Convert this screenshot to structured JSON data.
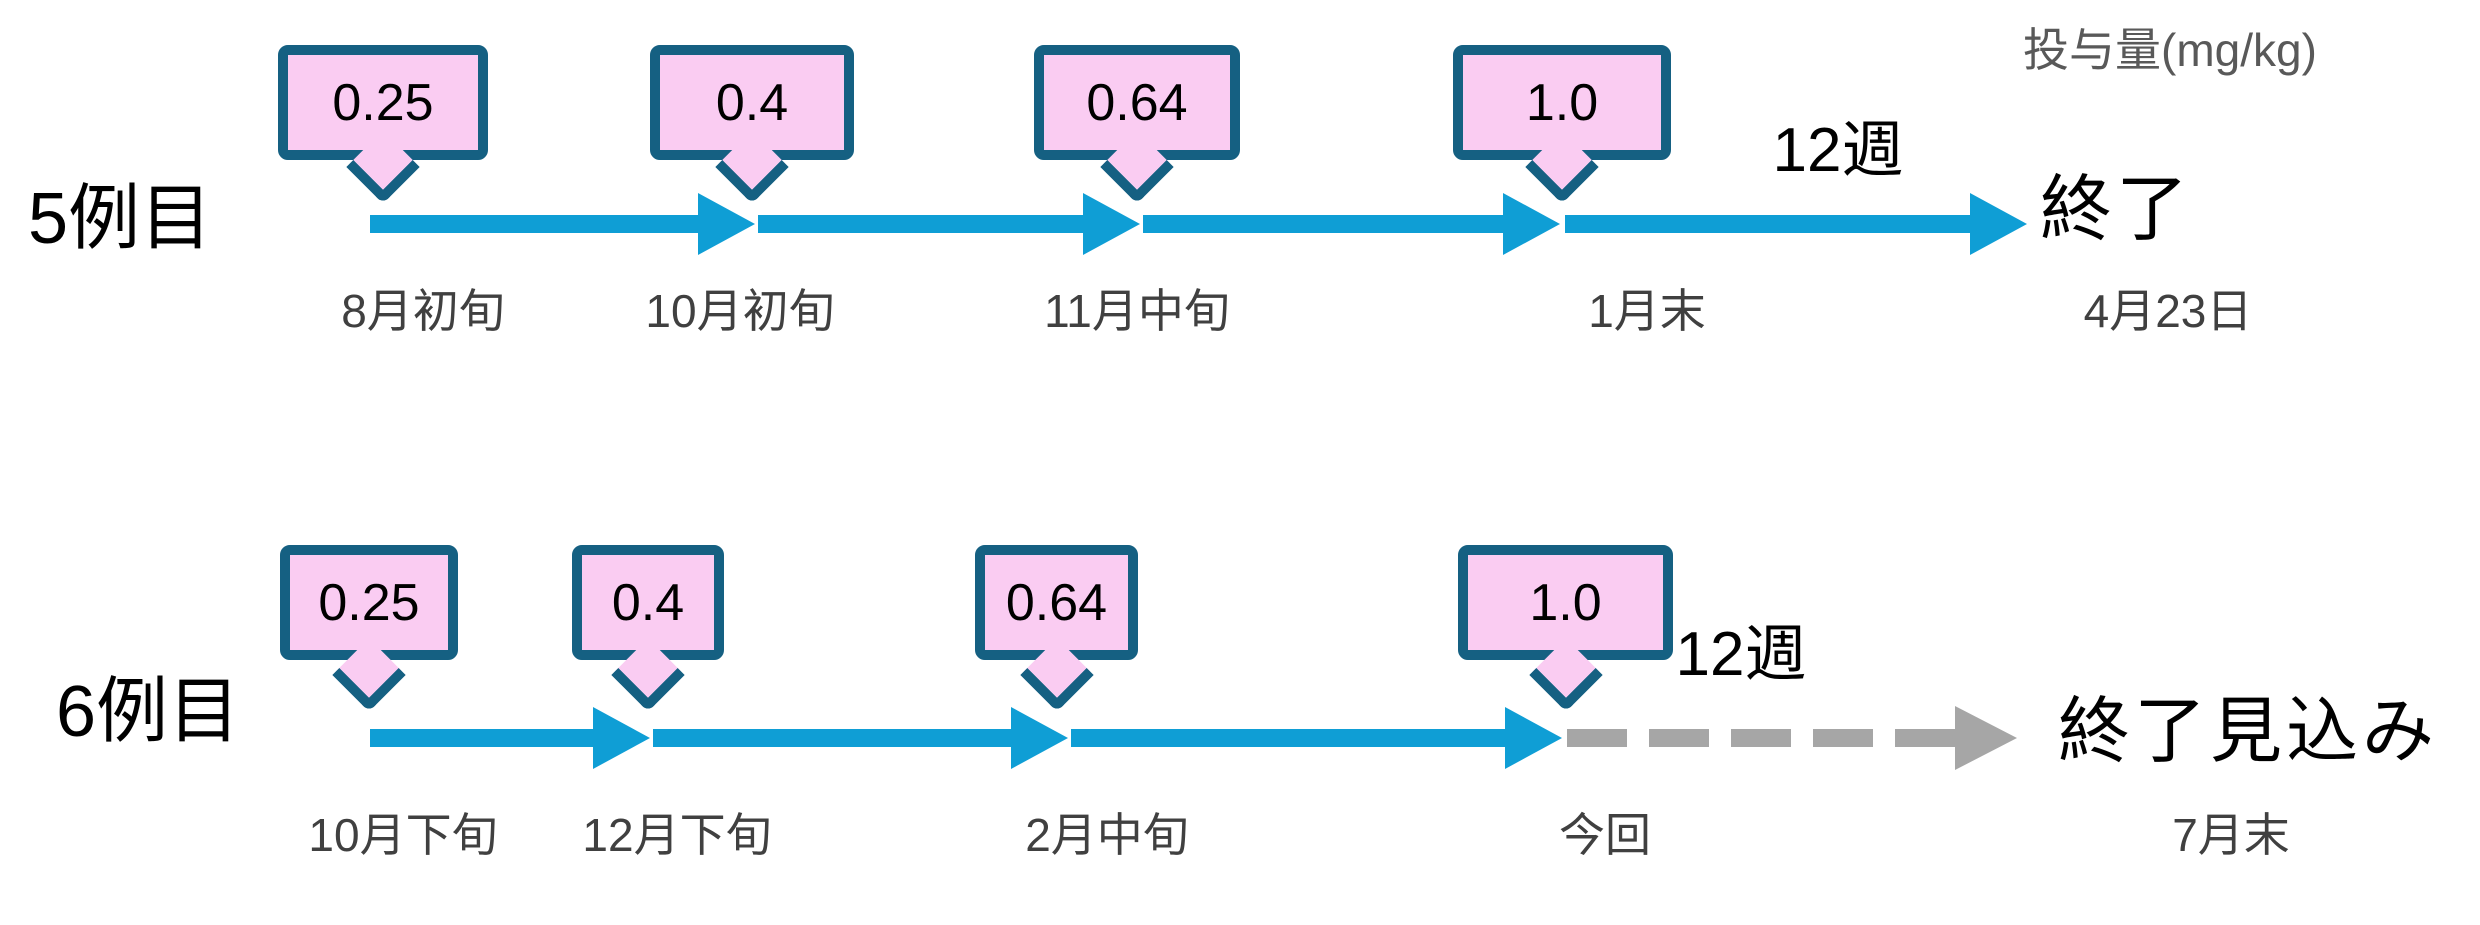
{
  "unit_label": "投与量(mg/kg)",
  "rows": [
    {
      "label": "5例目",
      "doses": [
        "0.25",
        "0.4",
        "0.64",
        "1.0"
      ],
      "dates": [
        "8月初旬",
        "10月初旬",
        "11月中旬",
        "1月末"
      ],
      "duration_label": "12週",
      "end_label": "終了",
      "end_date": "4月23日",
      "final_arrow_style": "solid"
    },
    {
      "label": "6例目",
      "doses": [
        "0.25",
        "0.4",
        "0.64",
        "1.0"
      ],
      "dates": [
        "10月下旬",
        "12月下旬",
        "2月中旬",
        "今回"
      ],
      "duration_label": "12週",
      "end_label": "終了見込み",
      "end_date": "7月末",
      "final_arrow_style": "dashed"
    }
  ],
  "colors": {
    "callout_fill": "#FACCF2",
    "callout_border": "#156082",
    "arrow_blue": "#0F9ED5",
    "arrow_gray": "#A6A6A6",
    "date_text": "#404040",
    "unit_text": "#595959",
    "text_black": "#000000"
  }
}
